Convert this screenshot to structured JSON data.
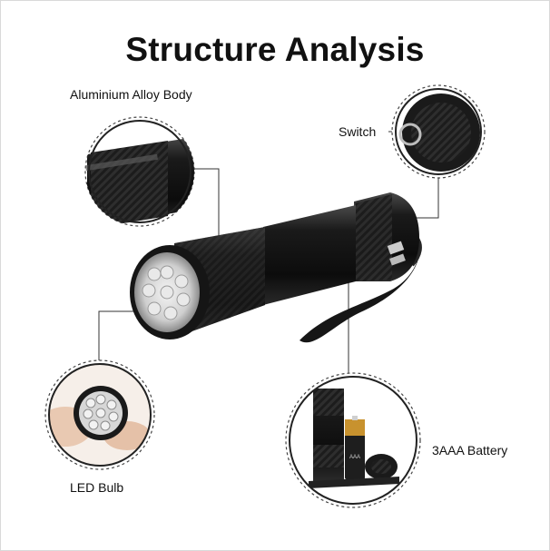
{
  "title": "Structure Analysis",
  "callouts": {
    "body": "Aluminium Alloy Body",
    "switch": "Switch",
    "led": "LED Bulb",
    "battery": "3AAA Battery"
  },
  "battery_label": "AAA",
  "colors": {
    "background": "#ffffff",
    "text": "#111111",
    "flashlight_body": "#1b1b1b",
    "leader_line": "#333333"
  }
}
